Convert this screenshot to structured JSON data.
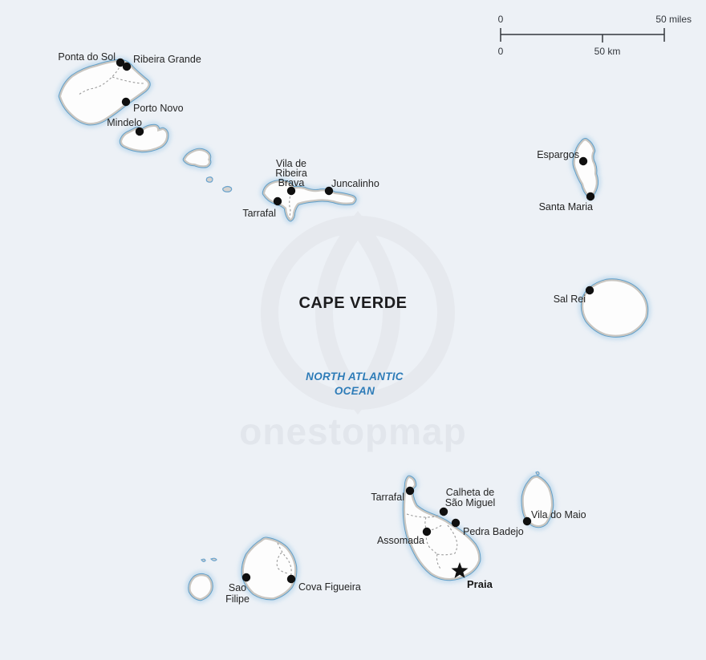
{
  "map": {
    "title": "CAPE VERDE",
    "ocean": {
      "line1": "NORTH ATLANTIC",
      "line2": "OCEAN"
    },
    "watermark": "onestopmap",
    "scale_bar": {
      "miles_zero": "0",
      "miles_label": "50 miles",
      "km_zero": "0",
      "km_label": "50 km"
    },
    "cities": {
      "ponta_do_sol": "Ponta do Sol",
      "ribeira_grande": "Ribeira Grande",
      "porto_novo": "Porto Novo",
      "mindelo": "Mindelo",
      "vila_de_ribeira_brava": [
        "Vila de",
        "Ribeira",
        "Brava"
      ],
      "juncalinho": "Juncalinho",
      "tarrafal_sao_nicolau": "Tarrafal",
      "espargos": "Espargos",
      "santa_maria": "Santa Maria",
      "sal_rei": "Sal Rei",
      "tarrafal_santiago": "Tarrafal",
      "calheta_de_sao_miguel": [
        "Calheta de",
        "São Miguel"
      ],
      "vila_do_maio": "Vila do Maio",
      "pedra_badejo": "Pedra Badejo",
      "assomada": "Assomada",
      "sao_filipe": [
        "Sao",
        "Filipe"
      ],
      "cova_figueira": "Cova Figueira",
      "praia": "Praia"
    },
    "colors": {
      "sea": "#edf1f6",
      "island_fill": "#fdfdfd",
      "coast_band": "#c9c6c1",
      "shoreline_blue": "#5f9fca",
      "coast_glow": "#bdd8ec",
      "boundary_dash": "#9a9a9a",
      "city_dot": "#0f0f0f",
      "city_label": "#242424",
      "ocean_label": "#2e7cb8",
      "watermark": "#e2e6ec",
      "scale_bar": "#33373d"
    }
  }
}
